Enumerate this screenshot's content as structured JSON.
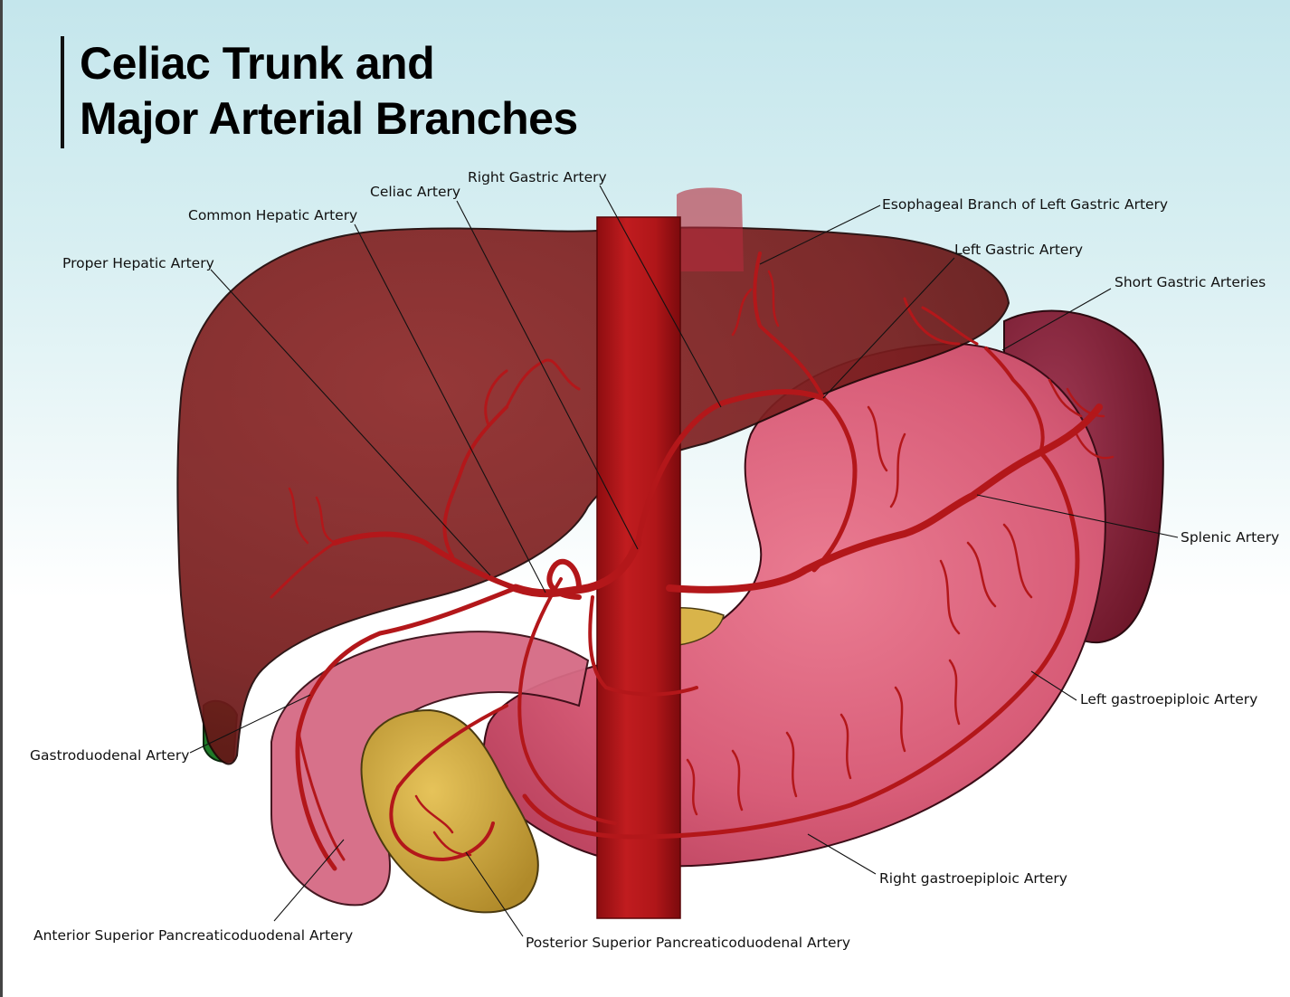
{
  "title": {
    "line1": "Celiac Trunk and",
    "line2": "Major Arterial Branches"
  },
  "labels": {
    "right_gastric": "Right Gastric Artery",
    "celiac": "Celiac Artery",
    "common_hepatic": "Common Hepatic Artery",
    "proper_hepatic": "Proper Hepatic Artery",
    "esophageal_branch": "Esophageal Branch of Left Gastric Artery",
    "left_gastric": "Left Gastric Artery",
    "short_gastric": "Short Gastric Arteries",
    "splenic": "Splenic Artery",
    "left_gastroepiploic": "Left gastroepiploic Artery",
    "right_gastroepiploic": "Right gastroepiploic Artery",
    "gastroduodenal": "Gastroduodenal Artery",
    "anterior_spd": "Anterior Superior Pancreaticoduodenal Artery",
    "posterior_spd": "Posterior Superior Pancreaticoduodenal Artery"
  },
  "colors": {
    "liver": "#7d1f1f",
    "stomach": "#d9607a",
    "spleen": "#7a1c30",
    "artery": "#b3171a",
    "pancreas": "#c9a23a",
    "gallbladder": "#1a6b22"
  }
}
